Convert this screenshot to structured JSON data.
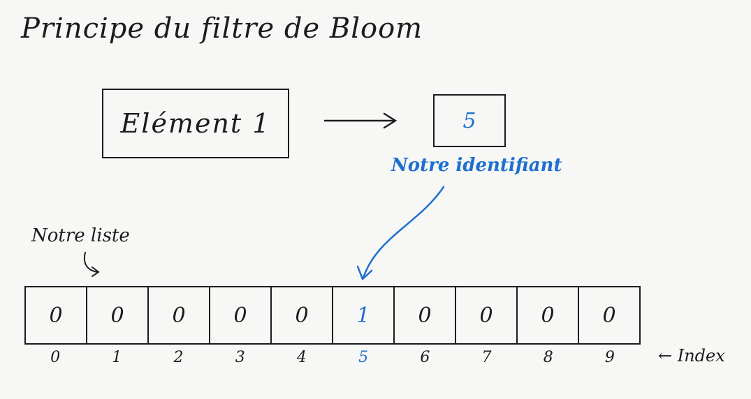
{
  "title": "Principe du filtre de Bloom",
  "element": {
    "label": "Elément 1"
  },
  "identifier": {
    "value": "5",
    "annotation": "Notre identifiant"
  },
  "list": {
    "annotation": "Notre liste",
    "cells": [
      "0",
      "0",
      "0",
      "0",
      "0",
      "1",
      "0",
      "0",
      "0",
      "0"
    ],
    "indices": [
      "0",
      "1",
      "2",
      "3",
      "4",
      "5",
      "6",
      "7",
      "8",
      "9"
    ],
    "highlight_index": 5,
    "index_label": "← Index"
  },
  "colors": {
    "ink": "#1c1c1c",
    "accent": "#1f6fd0",
    "background": "#f7f7f5"
  }
}
